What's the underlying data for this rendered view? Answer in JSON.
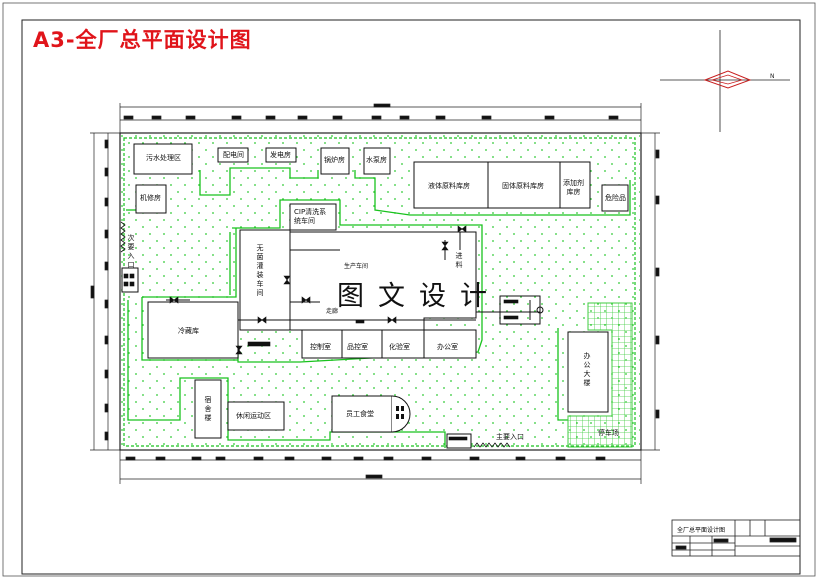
{
  "title": "A3-全厂总平面设计图",
  "watermark": "图文设计",
  "colors": {
    "title": "#e0141a",
    "green_line": "#19c21e",
    "green_mesh": "#3fcc3f",
    "line": "#111111"
  },
  "buildings": {
    "wastewater": "污水处理区",
    "boiler_ctrl": "配电间",
    "generator": "发电房",
    "boiler": "锅炉房",
    "water_pump": "水泵房",
    "liquid_store": "液体原料库房",
    "solid_store": "固体原料库房",
    "additive_store": "添加剂\n库房",
    "hazard_store": "危险品",
    "repair": "机修房",
    "cip": "CIP清洗系\n统车间",
    "sterile_fill": "无菌灌装车间",
    "main_shop": "生产车间",
    "feed": "进料",
    "cold_store": "冷藏库",
    "corridor": "走廊",
    "control": "控制室",
    "qc": "品控室",
    "lab": "化验室",
    "office_small": "办公室",
    "office_building": "办公大楼",
    "parking": "停车场",
    "dorm": "宿舍楼",
    "leisure": "休闲运动区",
    "canteen": "员工食堂",
    "main_gate": "主要入口",
    "side_gate": "次要入口"
  },
  "title_block": {
    "name": "全厂总平面设计图"
  }
}
